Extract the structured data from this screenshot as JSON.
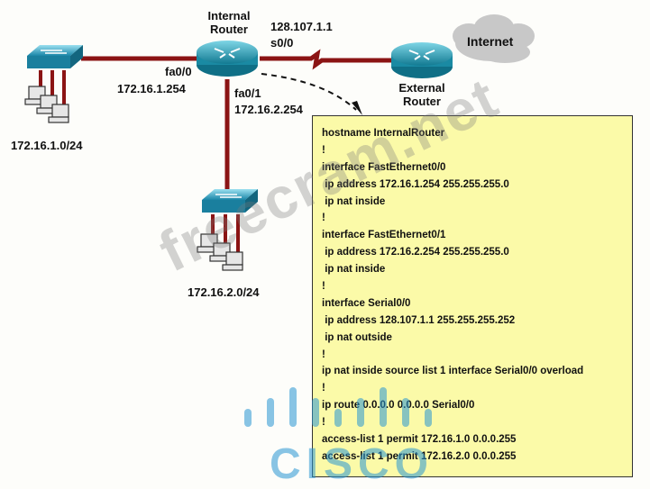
{
  "colors": {
    "link": "#8b1414",
    "router": "#1fa0b8",
    "switch": "#2a9fc4",
    "config_bg": "#fbfaa8",
    "cloud": "#c8c8c8",
    "cisco_blue": "#2f97d4"
  },
  "labels": {
    "internal_router_line1": "Internal",
    "internal_router_line2": "Router",
    "serial_ip": "128.107.1.1",
    "serial_iface": "s0/0",
    "internet": "Internet",
    "external_router_line1": "External",
    "external_router_line2": "Router",
    "fa00_iface": "fa0/0",
    "fa00_ip": "172.16.1.254",
    "fa01_iface": "fa0/1",
    "fa01_ip": "172.16.2.254",
    "lan1": "172.16.1.0/24",
    "lan2": "172.16.2.0/24"
  },
  "config": [
    "hostname InternalRouter",
    "!",
    "interface FastEthernet0/0",
    " ip address 172.16.1.254 255.255.255.0",
    " ip nat inside",
    "!",
    "interface FastEthernet0/1",
    " ip address 172.16.2.254 255.255.255.0",
    " ip nat inside",
    "!",
    "interface Serial0/0",
    " ip address 128.107.1.1 255.255.255.252",
    " ip nat outside",
    "!",
    "ip nat inside source list 1 interface Serial0/0 overload",
    "!",
    "ip route 0.0.0.0 0.0.0.0 Serial0/0",
    "!",
    "access-list 1 permit 172.16.1.0 0.0.0.255",
    "access-list 1 permit 172.16.2.0 0.0.0.255"
  ],
  "watermark": "freecram.net",
  "logo_text": "CISCO"
}
